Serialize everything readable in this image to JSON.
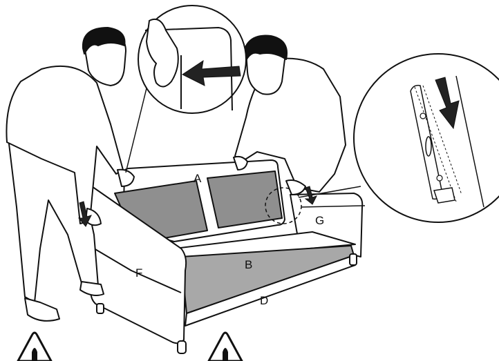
{
  "labels": {
    "backrest": "A",
    "seat": "B",
    "front_rail": "D",
    "left_arm": "F",
    "right_arm": "G"
  },
  "icons": [
    "warning-triangle-icon",
    "warning-triangle-icon",
    "push-arrow-icon",
    "down-arrow-icon"
  ],
  "colors": {
    "panel_fill": "#8f8f8f",
    "seat_fill": "#a8a8a8",
    "line": "#111111",
    "arrow": "#222222"
  }
}
